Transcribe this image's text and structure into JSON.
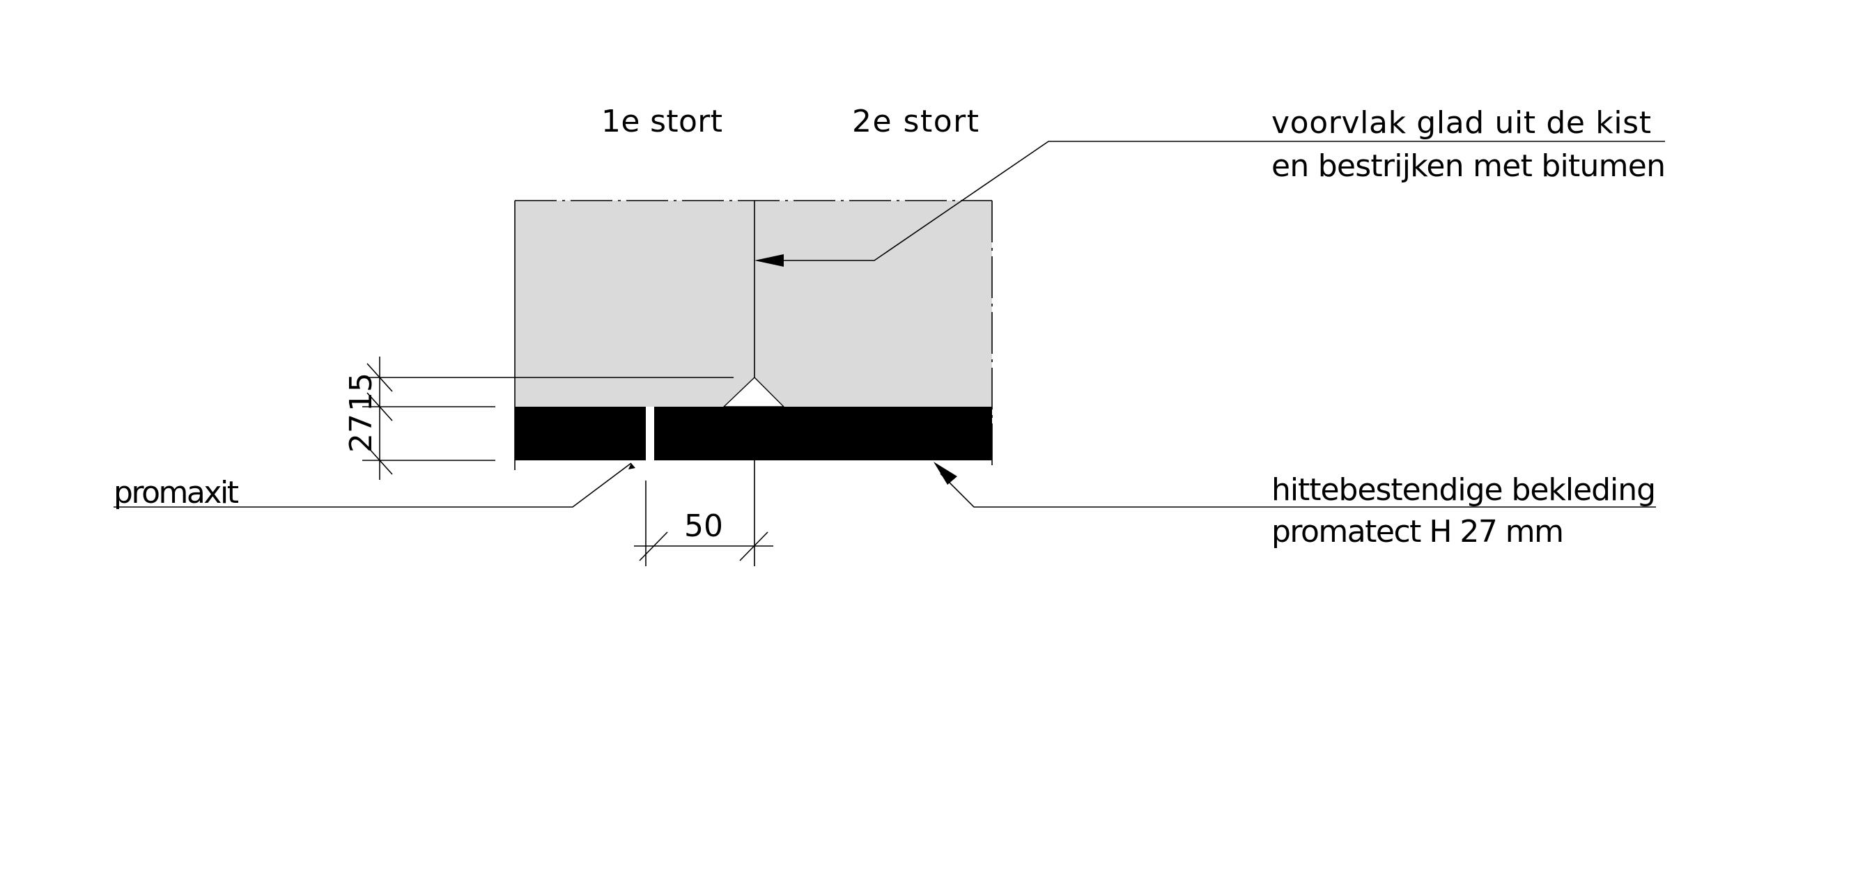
{
  "labels": {
    "pour_1": "1e stort",
    "pour_2": "2e stort",
    "front_face_line1": "voorvlak glad uit de kist",
    "front_face_line2": "en bestrijken met bitumen",
    "promaxit": "promaxit",
    "cladding_line1": "hittebestendige bekleding",
    "cladding_line2": "promatect H 27 mm"
  },
  "dimensions": {
    "chamfer": "15",
    "board_thickness": "27",
    "joint_offset": "50"
  },
  "colors": {
    "concrete": "#dadada",
    "cladding": "#000000"
  }
}
